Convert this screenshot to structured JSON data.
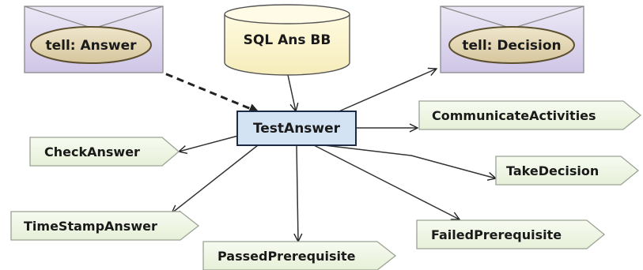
{
  "diagram": {
    "central_node": {
      "label": "TestAnswer"
    },
    "database": {
      "label": "SQL Ans BB"
    },
    "envelopes": {
      "answer": {
        "label": "tell: Answer"
      },
      "decision": {
        "label": "tell: Decision"
      }
    },
    "outputs": {
      "check_answer": {
        "label": "CheckAnswer"
      },
      "time_stamp_answer": {
        "label": "TimeStampAnswer"
      },
      "passed_prerequisite": {
        "label": "PassedPrerequisite"
      },
      "failed_prerequisite": {
        "label": "FailedPrerequisite"
      },
      "take_decision": {
        "label": "TakeDecision"
      },
      "communicate_activities": {
        "label": "CommunicateActivities"
      }
    }
  }
}
